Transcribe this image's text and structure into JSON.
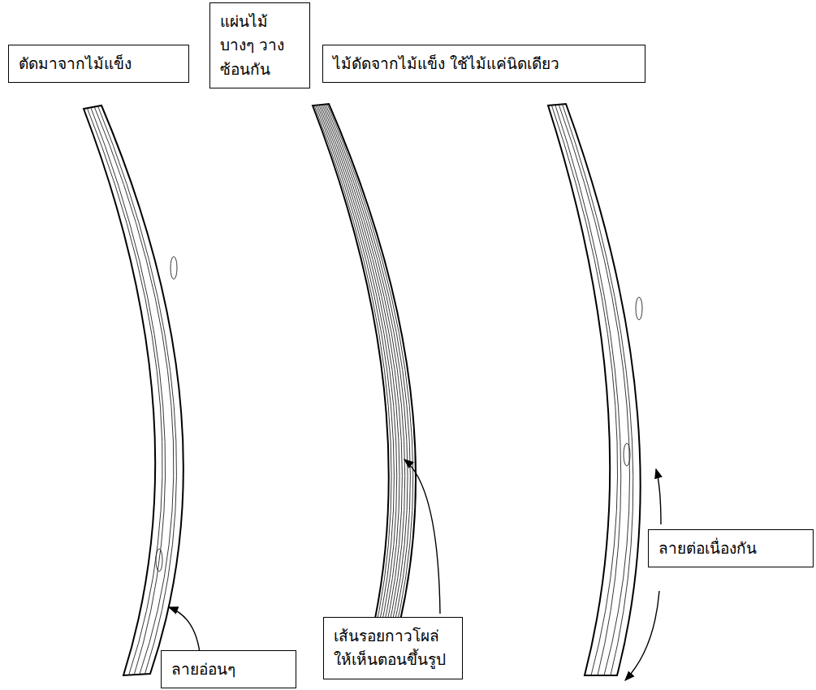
{
  "diagram": {
    "nodes": [
      {
        "text": [
          "ตัดมาจากไม้แข็ง"
        ]
      },
      {
        "text": [
          "แผ่นไม้บางๆ วางซ้อนกัน"
        ]
      },
      {
        "text": [
          "ไม้ดัดจากไม้แข็ง ใช้ไม้แค่นิดเดียว"
        ]
      },
      {
        "text": [
          "ลายอ่อนๆ"
        ]
      },
      {
        "text": [
          "เส้นรอยกาวโผล่ ให้เห็นตอนขึ้นรูป"
        ]
      },
      {
        "text": [
          "ลายต่อเนื่องกัน"
        ]
      }
    ]
  }
}
